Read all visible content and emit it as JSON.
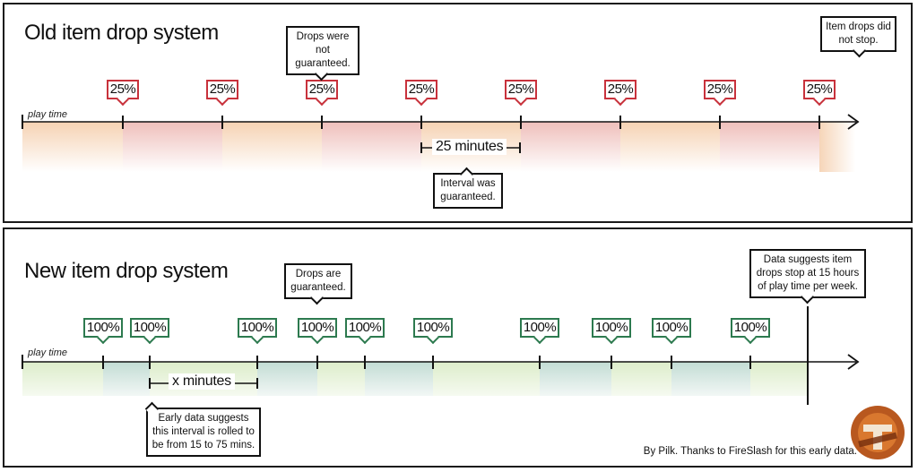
{
  "old_system": {
    "title": "Old item drop system",
    "axis_label": "play time",
    "markers": [
      "25%",
      "25%",
      "25%",
      "25%",
      "25%",
      "25%",
      "25%",
      "25%"
    ],
    "interval_label": "25 minutes",
    "callout_not_guaranteed": "Drops were not guaranteed.",
    "callout_interval": "Interval was guaranteed.",
    "callout_no_stop": "Item drops did not stop."
  },
  "new_system": {
    "title": "New item drop system",
    "axis_label": "play time",
    "markers": [
      "100%",
      "100%",
      "100%",
      "100%",
      "100%",
      "100%",
      "100%",
      "100%",
      "100%",
      "100%"
    ],
    "interval_label": "x minutes",
    "callout_guaranteed": "Drops are guaranteed.",
    "callout_stop": "Data suggests item drops stop at 15 hours of play time per week.",
    "callout_early": "Early data suggests this interval is rolled to be from 15 to 75 mins."
  },
  "credit": "By Pilk. Thanks to FireSlash for this early data.",
  "colors": {
    "red": "#c8323c",
    "green": "#2d7a4f",
    "old_band": "#f2c8c4",
    "new_band_a": "#e2efd2",
    "new_band_b": "#cfe3dc"
  }
}
